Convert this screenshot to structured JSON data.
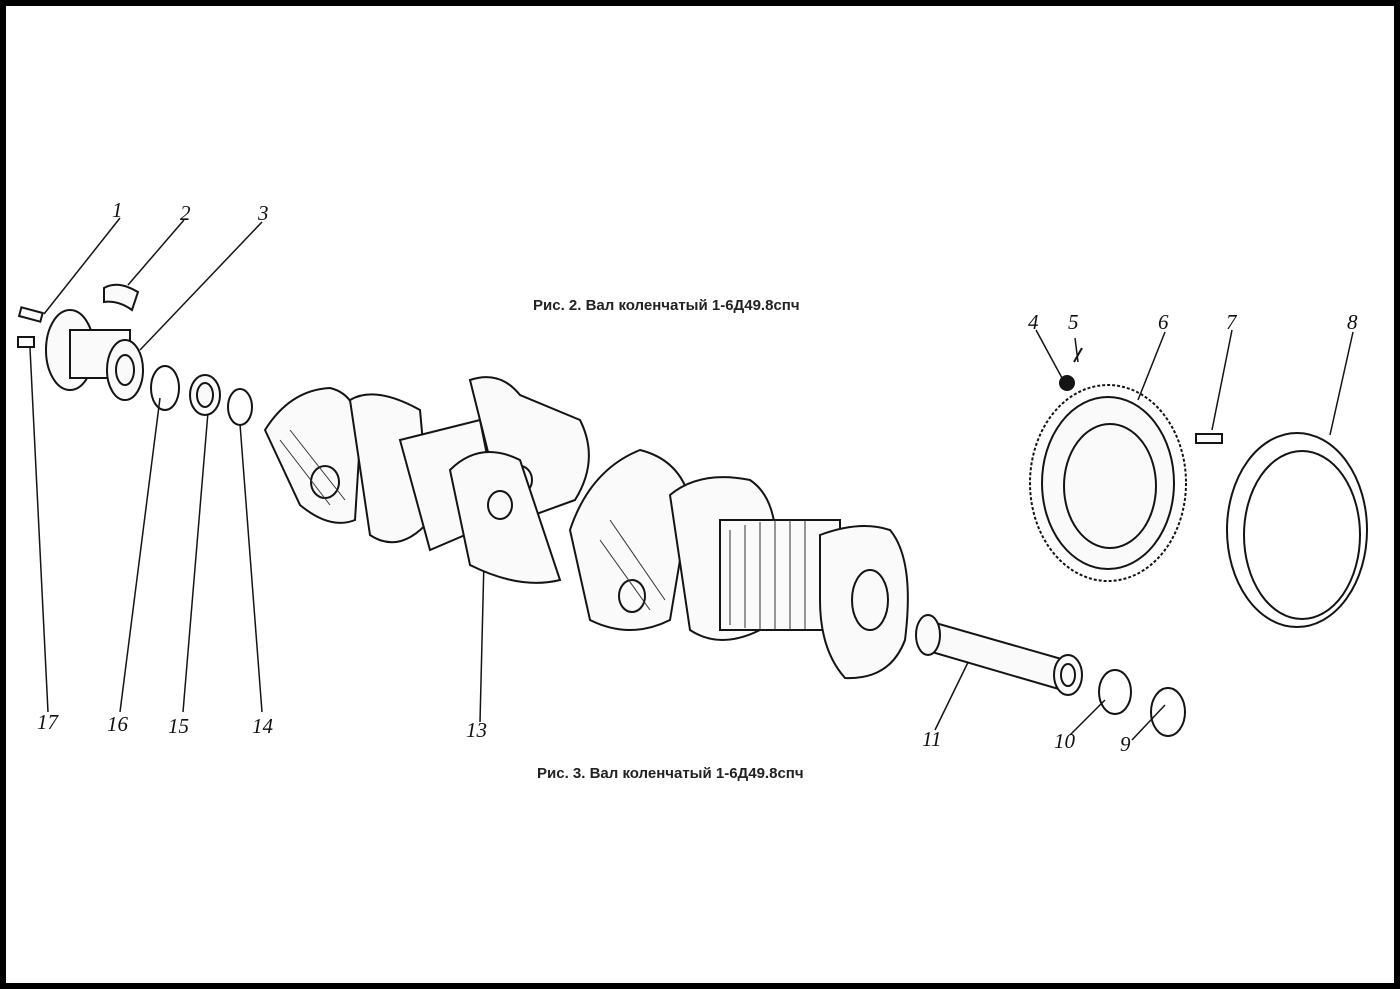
{
  "captions": {
    "fig2": "Рис. 2. Вал коленчатый 1-6Д49.8спч",
    "fig3": "Рис. 3. Вал коленчатый 1-6Д49.8спч"
  },
  "labels": {
    "n1": "1",
    "n2": "2",
    "n3": "3",
    "n4": "4",
    "n5": "5",
    "n6": "6",
    "n7": "7",
    "n8": "8",
    "n9": "9",
    "n10": "10",
    "n11": "11",
    "n13": "13",
    "n14": "14",
    "n15": "15",
    "n16": "16",
    "n17": "17"
  }
}
